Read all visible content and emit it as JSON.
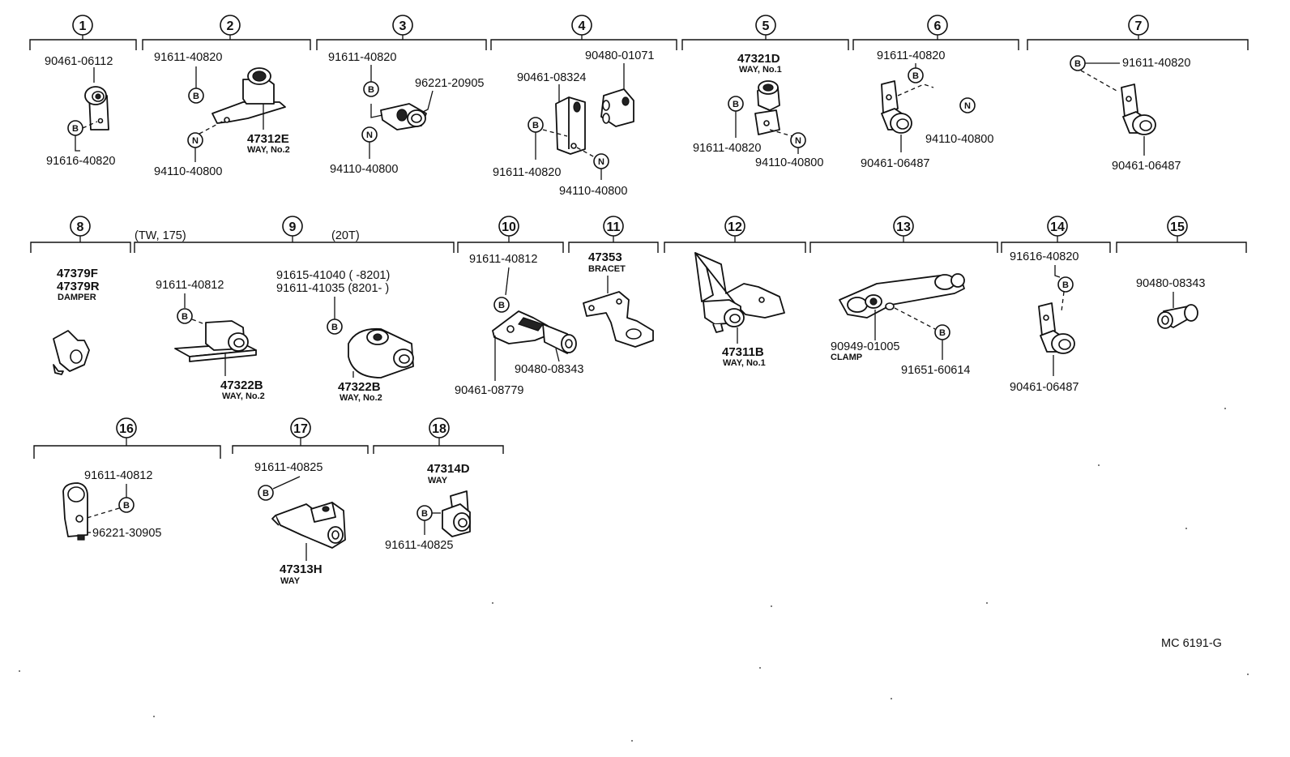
{
  "sections": [
    {
      "num": "1",
      "parts": [
        "90461-06112",
        "91616-40820"
      ]
    },
    {
      "num": "2",
      "parts": [
        "91611-40820",
        "47312E",
        "94110-40800"
      ],
      "notes": [
        "WAY, No.2"
      ]
    },
    {
      "num": "3",
      "parts": [
        "91611-40820",
        "96221-20905",
        "94110-40800"
      ]
    },
    {
      "num": "4",
      "parts": [
        "90480-01071",
        "90461-08324",
        "91611-40820",
        "94110-40800"
      ]
    },
    {
      "num": "5",
      "parts": [
        "47321D",
        "91611-40820",
        "94110-40800"
      ],
      "notes": [
        "WAY, No.1"
      ]
    },
    {
      "num": "6",
      "parts": [
        "91611-40820",
        "94110-40800",
        "90461-06487"
      ]
    },
    {
      "num": "7",
      "parts": [
        "91611-40820",
        "90461-06487"
      ]
    },
    {
      "num": "8",
      "parts": [
        "47379F",
        "47379R"
      ],
      "notes": [
        "DAMPER"
      ]
    },
    {
      "num": "9",
      "parts": [
        "91611-40812",
        "91615-41040 (      -8201)",
        "91611-41035 (8201-       )",
        "47322B",
        "47322B"
      ],
      "notes": [
        "(TW, 175)",
        "(20T)",
        "WAY, No.2",
        "WAY, No.2"
      ]
    },
    {
      "num": "10",
      "parts": [
        "91611-40812",
        "90480-08343",
        "90461-08779"
      ]
    },
    {
      "num": "11",
      "parts": [
        "47353"
      ],
      "notes": [
        "BRACET"
      ]
    },
    {
      "num": "12",
      "parts": [
        "47311B"
      ],
      "notes": [
        "WAY, No.1"
      ]
    },
    {
      "num": "13",
      "parts": [
        "90949-01005",
        "91651-60614"
      ],
      "notes": [
        "CLAMP"
      ]
    },
    {
      "num": "14",
      "parts": [
        "91616-40820",
        "90461-06487"
      ]
    },
    {
      "num": "15",
      "parts": [
        "90480-08343"
      ]
    },
    {
      "num": "16",
      "parts": [
        "91611-40812",
        "96221-30905"
      ]
    },
    {
      "num": "17",
      "parts": [
        "91611-40825",
        "47313H"
      ],
      "notes": [
        "WAY"
      ]
    },
    {
      "num": "18",
      "parts": [
        "47314D",
        "91611-40825"
      ],
      "notes": [
        "WAY"
      ]
    }
  ],
  "markers": {
    "bolt": "B",
    "nut": "N"
  },
  "figure_code": "MC 6191-G"
}
